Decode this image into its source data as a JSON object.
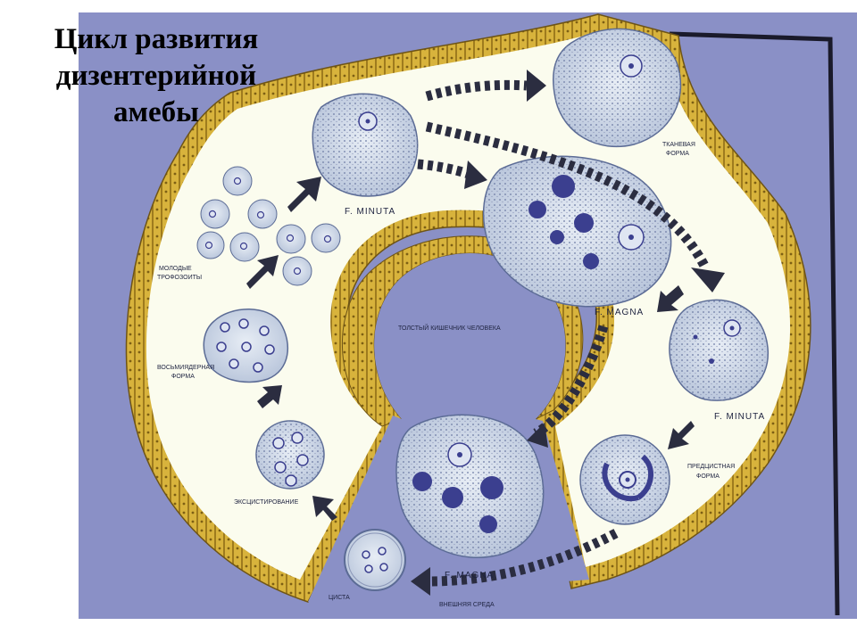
{
  "title": {
    "lines": [
      "Цикл развития",
      "дизентерийной",
      "амебы"
    ]
  },
  "labels": {
    "f_minuta_top": "F. MINUTA",
    "f_minuta_right": "F. MINUTA",
    "f_magna_center": "F. MAGNA",
    "f_magna_bottom": "F. MAGNA",
    "tissue_form_1": "ТКАНЕВАЯ",
    "tissue_form_2": "ФОРМА",
    "young_troph_1": "МОЛОДЫЕ",
    "young_troph_2": "ТРОФОЗОИТЫ",
    "eight_nuclear_1": "ВОСЬМИЯДЕРНАЯ",
    "eight_nuclear_2": "ФОРМА",
    "colon": "ТОЛСТЫЙ КИШЕЧНИК  ЧЕЛОВЕКА",
    "precyst_1": "ПРЕДЦИСТНАЯ",
    "precyst_2": "ФОРМА",
    "excystation": "ЭКСЦИСТИРОВАНИЕ",
    "cyst": "ЦИСТА",
    "environment": "ВНЕШНЯЯ СРЕДА"
  },
  "colors": {
    "board_blue": "#8c92c8",
    "cavity": "#fbfcee",
    "epithelium": "#d7b23a",
    "cell_fill": "#cfd8e6",
    "nucleus": "#3b3f8f",
    "arrow": "#2b2d40"
  },
  "icons": [
    "arrow-icon",
    "amoeba-cell-icon",
    "cyst-icon"
  ]
}
